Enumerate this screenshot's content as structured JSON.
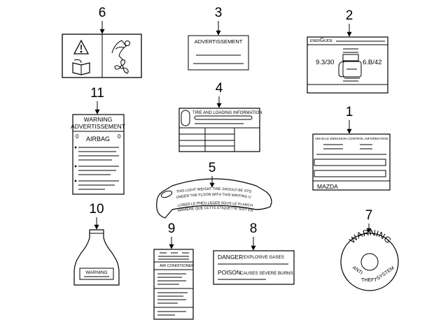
{
  "callouts": [
    "1",
    "2",
    "3",
    "4",
    "5",
    "6",
    "7",
    "8",
    "9",
    "10",
    "11"
  ],
  "labels": {
    "l1_title": "VEHICLE EMISSION CONTROL INFORMATION",
    "l1_brand": "MAZDA",
    "l2_energuide_a": "ENER",
    "l2_energuide_b": "G",
    "l2_energuide_c": "UIDE",
    "l2_left_value": "9.3/30",
    "l2_right_value": "6.B/42",
    "l3_title": "ADVERTISSEMENT",
    "l4_title": "TIRE AND LOADING INFORMATION",
    "l5_line1": "THIS LIGHT WEIGHT TIRE SHOULD BE STORED",
    "l5_line2": "UNDER THE FLOOR WITH THIS WRITING UP",
    "l5_line3": "LORER LE PNEU LEGER SOUS LE PLANCHER DE",
    "l5_line4": "MANIERE QUE CETTE ETIQUETTE SOIT EN HAUT",
    "l7_warning": "WARNING",
    "l7_anti": "ANTI",
    "l7_theft": "THEFT",
    "l7_system": "SYSTEM",
    "l8_danger": "DANGER",
    "l8_explosive": "EXPLOSIVE GASES",
    "l8_poison": "POISON",
    "l8_burns": "CAUSES SEVERE BURNS",
    "l9_title": "AIR CONDITIONER",
    "l10_warning": "WARNING",
    "l11_warning": "WARNING",
    "l11_advert": "ADVERTISSEMENT",
    "l11_airbag": "AIRBAG",
    "l11_zero_left": "0",
    "l11_zero_right": "0"
  },
  "icons": [
    "warning-triangle-icon",
    "hand-fan-icon",
    "manual-book-icon",
    "fan-icon"
  ]
}
